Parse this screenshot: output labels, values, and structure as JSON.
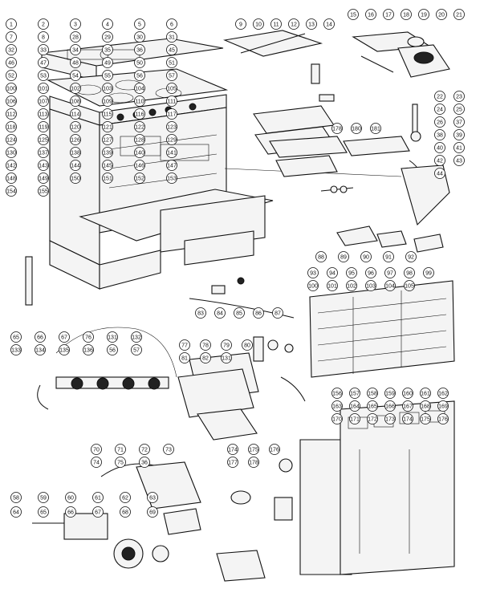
{
  "callouts": {
    "oven": [
      "1",
      "2",
      "3",
      "4",
      "5",
      "6",
      "7",
      "8",
      "28",
      "29",
      "30",
      "31",
      "32",
      "33",
      "34",
      "35",
      "36",
      "45",
      "46",
      "47",
      "48",
      "49",
      "50",
      "51",
      "52",
      "53",
      "54",
      "55",
      "56",
      "57",
      "100",
      "101",
      "102",
      "103",
      "104",
      "105",
      "106",
      "107",
      "108",
      "109",
      "110",
      "111",
      "112",
      "113",
      "114",
      "115",
      "116",
      "117",
      "118",
      "119",
      "120",
      "121",
      "122",
      "123",
      "124",
      "125",
      "126",
      "127",
      "128",
      "129",
      "130",
      "137",
      "138",
      "139",
      "140",
      "141",
      "142",
      "143",
      "144",
      "145",
      "146",
      "147",
      "148",
      "149",
      "150",
      "151",
      "152",
      "153",
      "154",
      "155"
    ],
    "top_burner_grate": [
      "9",
      "10",
      "11",
      "12",
      "13",
      "14"
    ],
    "top_right_burner": [
      "15",
      "16",
      "17",
      "18",
      "19",
      "20",
      "21"
    ],
    "racks": [
      "178",
      "180",
      "181"
    ],
    "valve_right": [
      "22",
      "23",
      "24",
      "25",
      "26",
      "37",
      "38",
      "39",
      "40",
      "41",
      "42",
      "43",
      "44"
    ],
    "brackets": [
      "88",
      "89",
      "90",
      "91",
      "92"
    ],
    "fittings": [
      "83",
      "84",
      "85",
      "86",
      "87"
    ],
    "oven_rack_frame": [
      "93",
      "94",
      "95",
      "96",
      "97",
      "98",
      "99",
      "100",
      "101",
      "102",
      "103",
      "104",
      "105"
    ],
    "manifold": [
      "65",
      "66",
      "67",
      "76",
      "131",
      "132",
      "133",
      "134",
      "135",
      "136",
      "56",
      "57"
    ],
    "broiler_pan": [
      "77",
      "78",
      "79",
      "80",
      "81",
      "82",
      "131"
    ],
    "back_panel": [
      "156",
      "157",
      "158",
      "159",
      "160",
      "161",
      "162",
      "163",
      "164",
      "165",
      "166",
      "167",
      "168",
      "169",
      "170",
      "171",
      "172",
      "173",
      "174",
      "175",
      "176"
    ],
    "lower_burner": [
      "70",
      "71",
      "72",
      "73",
      "74",
      "75",
      "36"
    ],
    "valve_assembly": [
      "58",
      "59",
      "60",
      "61",
      "62",
      "63",
      "64",
      "65",
      "66",
      "67",
      "68",
      "69"
    ],
    "lower_small": [
      "174",
      "175",
      "176",
      "177",
      "178"
    ]
  }
}
